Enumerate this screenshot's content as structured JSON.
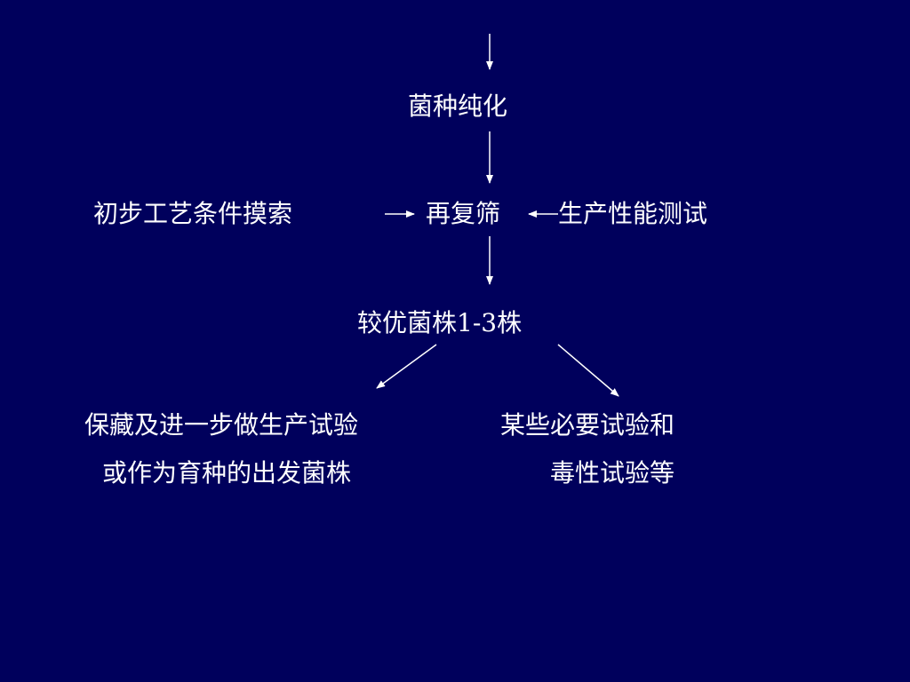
{
  "nodes": {
    "purify": "菌种纯化",
    "explore": "初步工艺条件摸索",
    "rescreen": "再复筛",
    "production_test": "生产性能测试",
    "better_strains": "较优菌株1-3株",
    "preserve_line1": "保藏及进一步做生产试验",
    "preserve_line2": "或作为育种的出发菌株",
    "tests_line1": "某些必要试验和",
    "tests_line2": "毒性试验等"
  },
  "colors": {
    "background": "#00005c",
    "foreground": "#ffffff"
  }
}
